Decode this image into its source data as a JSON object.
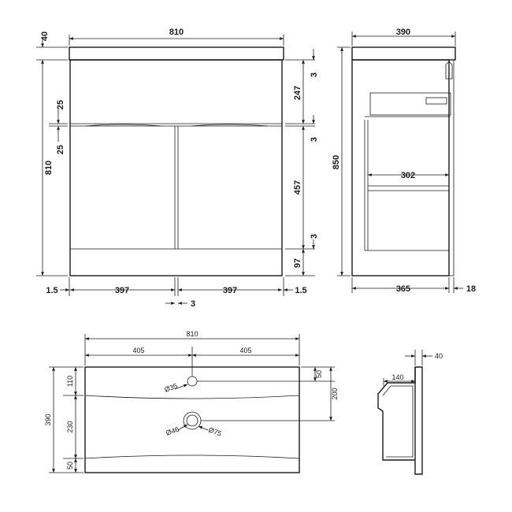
{
  "front_view": {
    "overall_width": "810",
    "top_thickness": "40",
    "height": "810",
    "top_gap": "25",
    "mid_gap": "25",
    "drawer_height": "247",
    "door_height": "457",
    "plinth_height": "97",
    "gap_a": "3",
    "gap_b": "3",
    "gap_c": "3",
    "left_edge": "1.5",
    "right_edge": "1.5",
    "door_left": "397",
    "door_right": "397",
    "door_gap": "3"
  },
  "side_view": {
    "depth": "390",
    "height": "850",
    "drawer_depth": "302",
    "carcass_depth": "365",
    "door_thickness": "18"
  },
  "basin_plan": {
    "width": "810",
    "half_left": "405",
    "half_right": "405",
    "depth": "390",
    "tap_hole_offset": "50",
    "tap_hole_depth": "200",
    "front_edge": "110",
    "bowl_depth": "230",
    "back_edge": "50",
    "tap_hole_dia": "Ø35",
    "waste_inner_dia": "Ø46",
    "waste_outer_dia": "Ø75"
  },
  "basin_section": {
    "thickness": "40",
    "rim_depth": "140"
  }
}
